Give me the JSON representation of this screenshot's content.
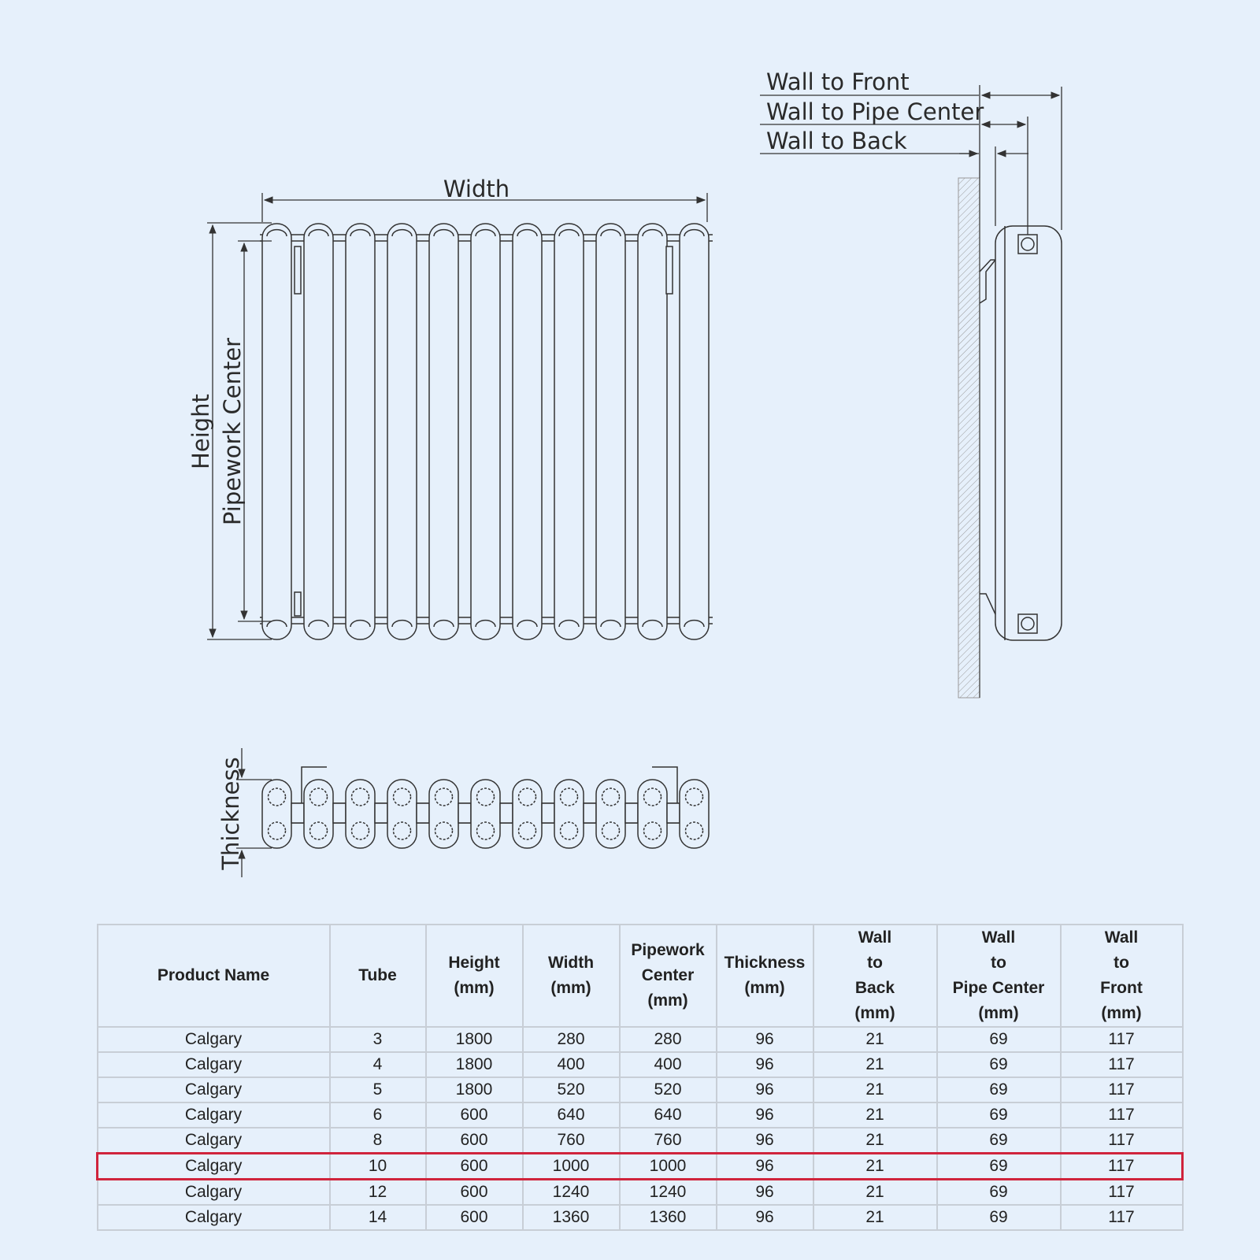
{
  "diagram": {
    "labels": {
      "width": "Width",
      "height": "Height",
      "pipework_center": "Pipework Center",
      "thickness": "Thickness",
      "wall_to_front": "Wall to Front",
      "wall_to_pipe_center": "Wall to Pipe Center",
      "wall_to_back": "Wall to Back"
    },
    "tube_count_drawn": 11
  },
  "colors": {
    "background": "#e6f0fb",
    "line": "#333333",
    "highlight_border": "#d0243c",
    "grid": "#c8ced6"
  },
  "table": {
    "headers": [
      [
        "Product Name"
      ],
      [
        "Tube"
      ],
      [
        "Height",
        "(mm)"
      ],
      [
        "Width",
        "(mm)"
      ],
      [
        "Pipework",
        "Center",
        "(mm)"
      ],
      [
        "Thickness",
        "(mm)"
      ],
      [
        "Wall",
        "to",
        "Back",
        "(mm)"
      ],
      [
        "Wall",
        "to",
        "Pipe Center",
        "(mm)"
      ],
      [
        "Wall",
        "to",
        "Front",
        "(mm)"
      ]
    ],
    "rows": [
      [
        "Calgary",
        "3",
        "1800",
        "280",
        "280",
        "96",
        "21",
        "69",
        "117"
      ],
      [
        "Calgary",
        "4",
        "1800",
        "400",
        "400",
        "96",
        "21",
        "69",
        "117"
      ],
      [
        "Calgary",
        "5",
        "1800",
        "520",
        "520",
        "96",
        "21",
        "69",
        "117"
      ],
      [
        "Calgary",
        "6",
        "600",
        "640",
        "640",
        "96",
        "21",
        "69",
        "117"
      ],
      [
        "Calgary",
        "8",
        "600",
        "760",
        "760",
        "96",
        "21",
        "69",
        "117"
      ],
      [
        "Calgary",
        "10",
        "600",
        "1000",
        "1000",
        "96",
        "21",
        "69",
        "117"
      ],
      [
        "Calgary",
        "12",
        "600",
        "1240",
        "1240",
        "96",
        "21",
        "69",
        "117"
      ],
      [
        "Calgary",
        "14",
        "600",
        "1360",
        "1360",
        "96",
        "21",
        "69",
        "117"
      ]
    ],
    "highlighted_row": 5
  }
}
